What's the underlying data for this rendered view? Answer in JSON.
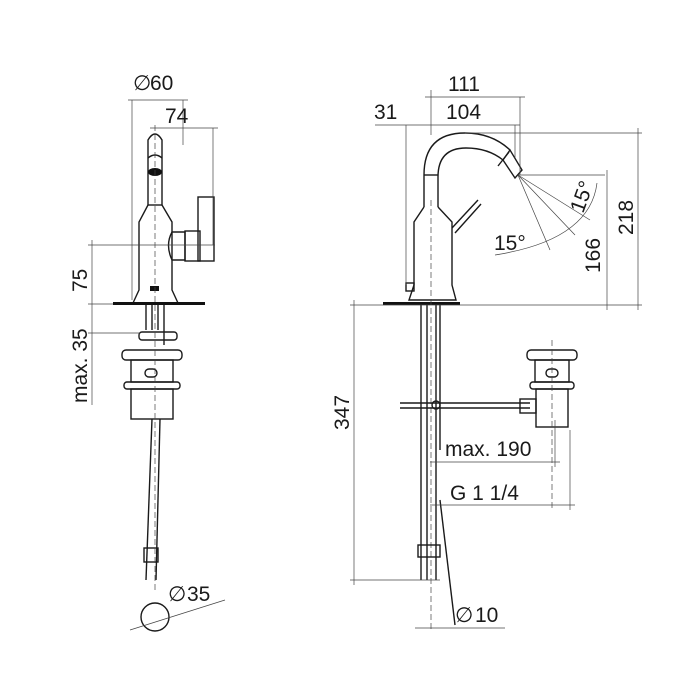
{
  "drawing": {
    "front_view": {
      "dim_diameter_top": "60",
      "dim_width_lever": "74",
      "dim_height_lever": "75",
      "dim_max_thickness": "max. 35",
      "dim_diameter_hole": "35"
    },
    "side_view": {
      "dim_total_reach": "111",
      "dim_spout_reach": "104",
      "dim_body_offset": "31",
      "dim_total_height": "218",
      "dim_outlet_height": "166",
      "dim_angle_upper": "15°",
      "dim_angle_lower": "15°",
      "dim_rod_length": "347",
      "dim_max_drain_reach": "max. 190",
      "dim_thread": "G 1 1/4",
      "dim_diameter_rod": "10"
    },
    "symbols": {
      "diameter": "diameter-symbol"
    },
    "colors": {
      "line": "#1a1a1a",
      "background": "#ffffff"
    }
  }
}
